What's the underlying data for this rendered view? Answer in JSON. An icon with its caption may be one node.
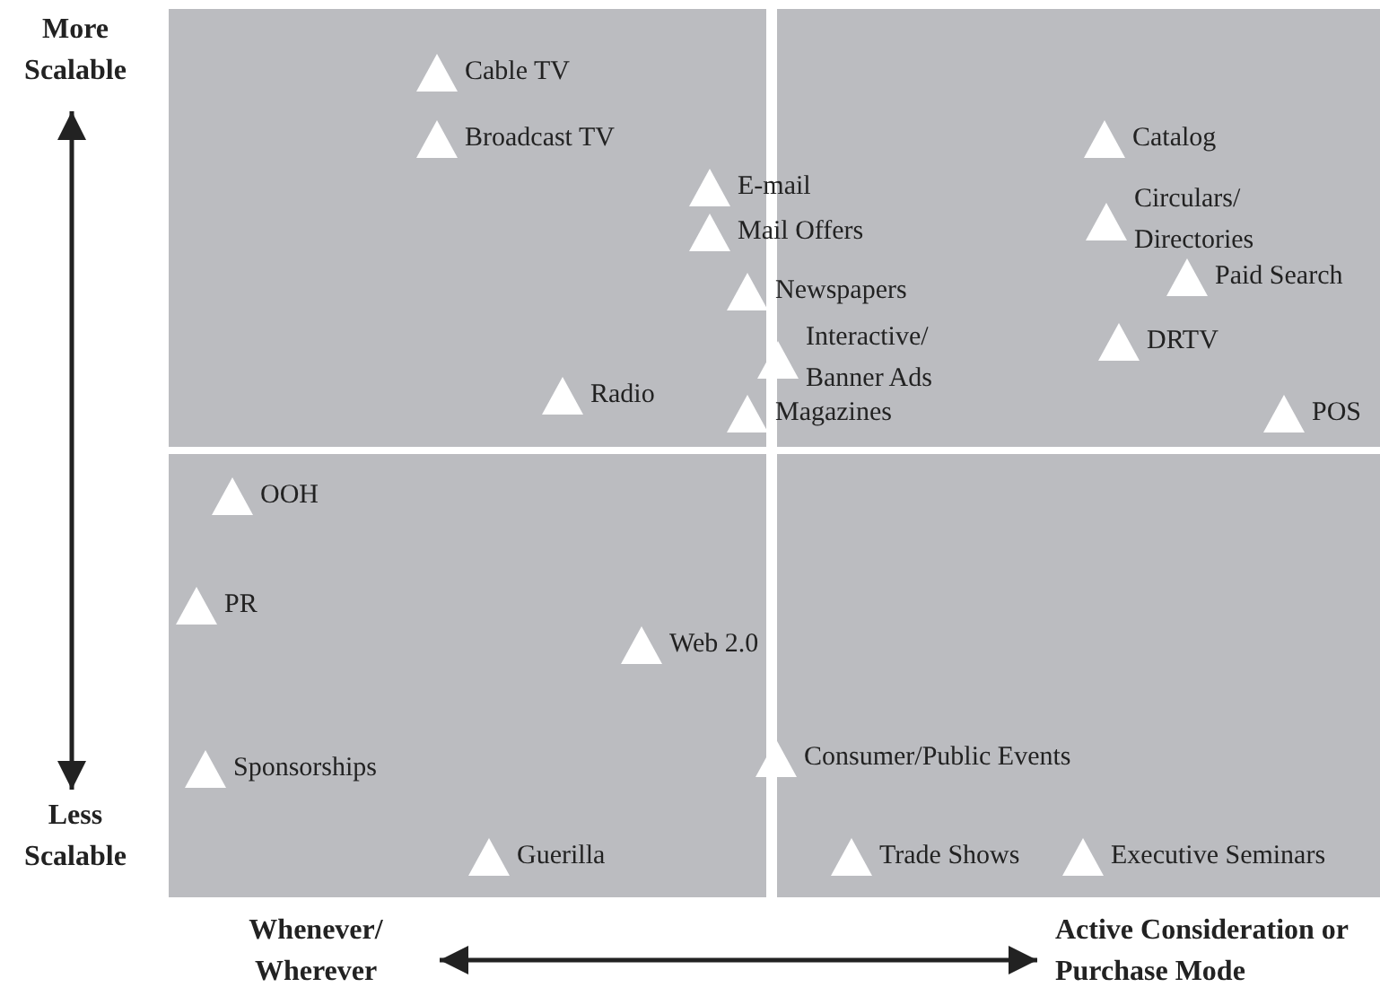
{
  "diagram": {
    "labels": [
      "More Scalable",
      "Cable TV",
      "Broadcast TV",
      "Catalog",
      "E-mail",
      "Circulars/ Directories",
      "Mail Offers",
      "Paid Search",
      "Newspapers",
      "Interactive/ Banner Ads",
      "DRTV",
      "Radio",
      "Magazines",
      "POS",
      "OOH",
      "PR",
      "Web 2.0",
      "Sponsorships",
      "Consumer/Public Events",
      "Less Scalable",
      "Guerilla",
      "Trade Shows",
      "Executive Seminars",
      "Whenever/ Wherever",
      "Active Consideration or Purchase Mode"
    ]
  }
}
